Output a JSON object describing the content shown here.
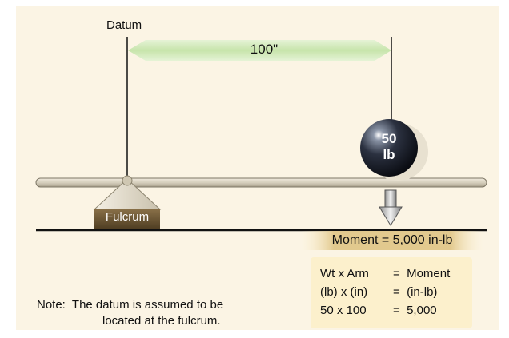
{
  "diagram": {
    "datum_label": "Datum",
    "distance_label": "100\"",
    "weight_value": "50",
    "weight_unit": "lb",
    "fulcrum_label": "Fulcrum",
    "moment_result": "Moment = 5,000 in-lb",
    "formula": {
      "rows": [
        {
          "left": "Wt x Arm",
          "right": "=  Moment"
        },
        {
          "left": "(lb) x (in)",
          "right": "=  (in-lb)"
        },
        {
          "left": "50 x 100",
          "right": "=  5,000"
        }
      ]
    },
    "note_line1": "Note:  The datum is assumed to be",
    "note_line2": "located at the fulcrum."
  },
  "colors": {
    "background_panel": "#fbf4e4",
    "dimension_band": "#cfe8b4",
    "beam": "#d8d1c0",
    "fulcrum_base": "#6b5636",
    "fulcrum_triangle": "#e6dfcf",
    "moment_box": "#e2c98e",
    "formula_box": "#fcf0cc",
    "weight_ball": "#1a1e27"
  }
}
